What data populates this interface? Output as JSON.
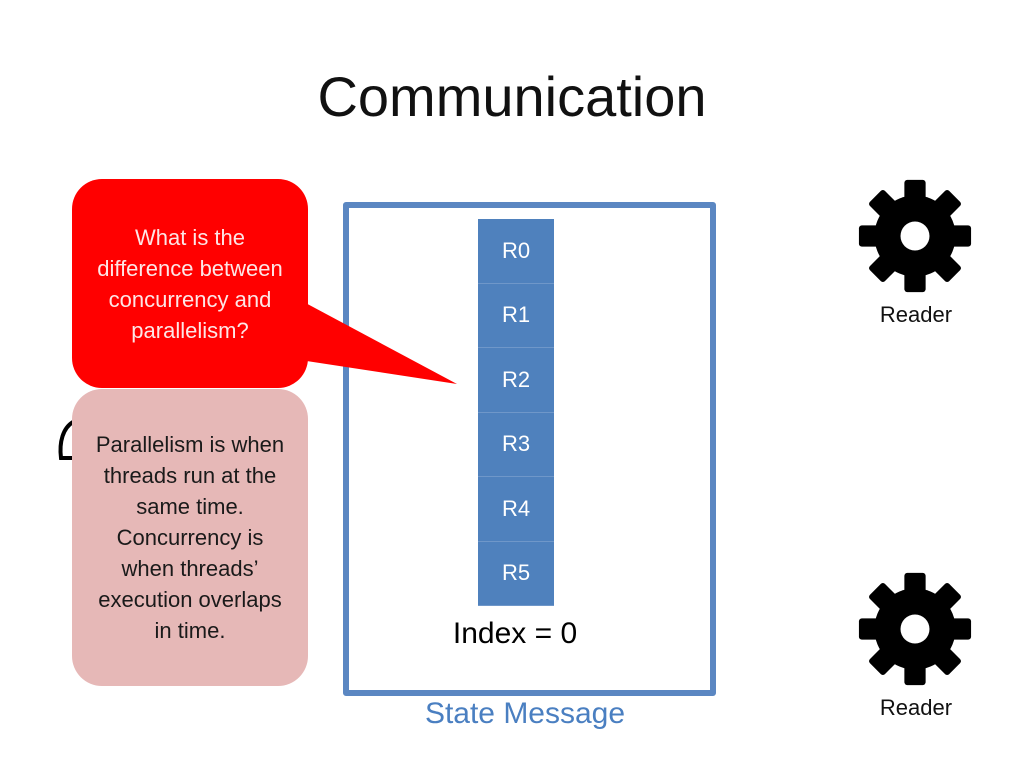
{
  "slide": {
    "title": "Communication"
  },
  "state": {
    "label": "State Message",
    "slots": [
      "R0",
      "R1",
      "R2",
      "R3",
      "R4",
      "R5"
    ],
    "index_text": "Index = 0"
  },
  "callouts": {
    "question": "What is the difference between concurrency and parallelism?",
    "answer": "Parallelism is when threads run at the same time. Concurrency is when threads’ execution overlaps in time."
  },
  "readers": [
    {
      "label": "Reader",
      "icon": "gear-icon"
    },
    {
      "label": "Reader",
      "icon": "gear-icon"
    }
  ],
  "colors": {
    "state_border": "#5b87c2",
    "slot_fill": "#4f81bd",
    "state_label": "#4a7fc1",
    "question_bubble": "#ff0000",
    "answer_bubble": "#e6b8b7"
  }
}
